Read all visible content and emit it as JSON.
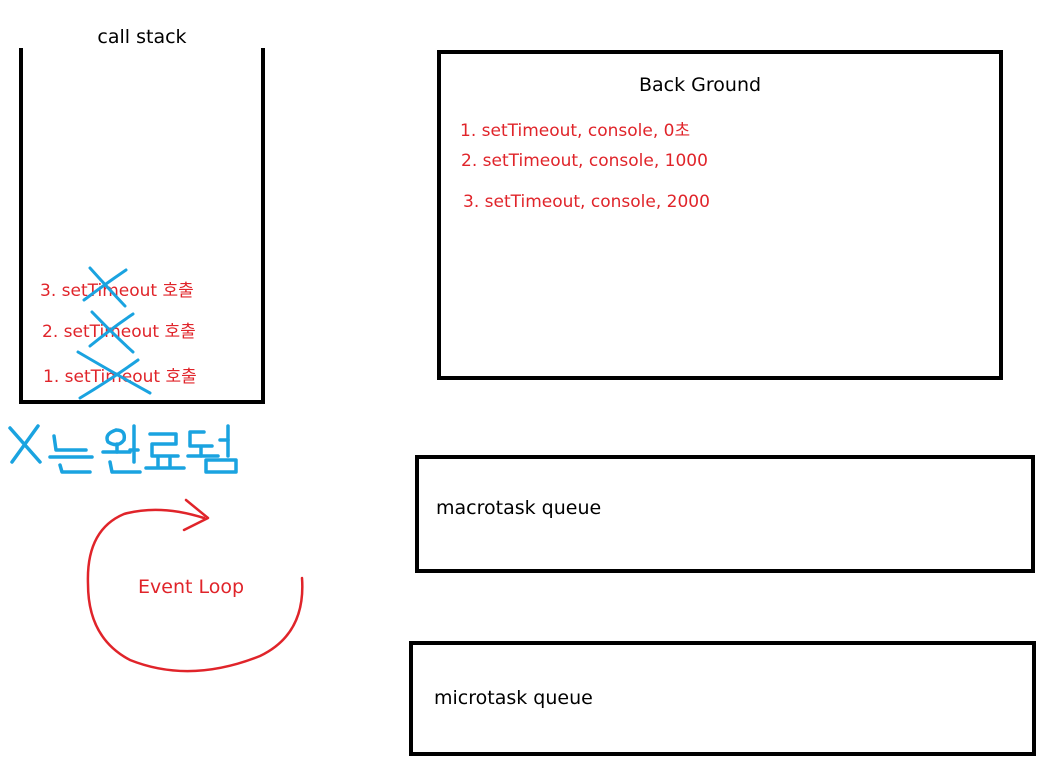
{
  "call_stack": {
    "title": "call stack",
    "items": [
      "3. setTimeout 호출",
      "2. setTimeout 호출",
      "1. setTimeout 호출"
    ]
  },
  "background": {
    "title": "Back Ground",
    "items": [
      "1. setTimeout, console, 0초",
      "2. setTimeout, console, 1000",
      "3. setTimeout, console, 2000"
    ]
  },
  "handwritten_note": "X는 완료됨",
  "event_loop": {
    "label": "Event Loop"
  },
  "macrotask_queue": {
    "label": "macrotask queue"
  },
  "microtask_queue": {
    "label": "microtask queue"
  },
  "colors": {
    "text_red": "#e0242a",
    "strike_blue": "#1aa3e0",
    "arrow_red": "#e0242a",
    "border": "#000000"
  }
}
